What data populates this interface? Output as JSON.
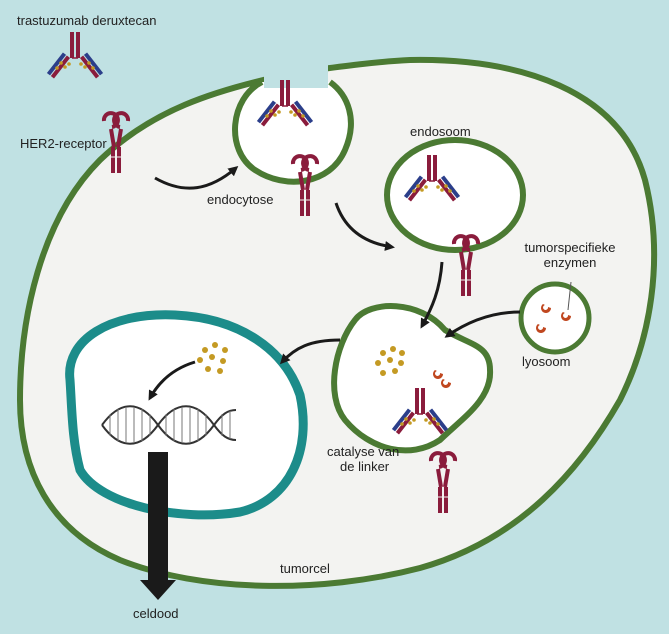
{
  "labels": {
    "drug": "trastuzumab deruxtecan",
    "receptor": "HER2-receptor",
    "endocytosis": "endocytose",
    "endosome": "endosoom",
    "enzymes_line1": "tumorspecifieke",
    "enzymes_line2": "enzymen",
    "lysosome": "lyosoom",
    "catalysis_line1": "catalyse van",
    "catalysis_line2": "de linker",
    "tumor_cell": "tumorcel",
    "cell_death": "celdood"
  },
  "colors": {
    "background": "#c0e1e3",
    "cell_membrane": "#4b7a33",
    "cytoplasm": "#f3f3f1",
    "nucleus_membrane": "#1c8c8a",
    "antibody_heavy": "#8a1c3c",
    "antibody_light": "#2b3e8a",
    "payload": "#c49a23",
    "enzyme": "#c0471f",
    "arrow": "#1a1a1a"
  },
  "icons": [
    "antibody-icon",
    "her2-receptor-icon",
    "payload-dots",
    "enzyme-icon",
    "dna-helix-icon",
    "arrow"
  ]
}
